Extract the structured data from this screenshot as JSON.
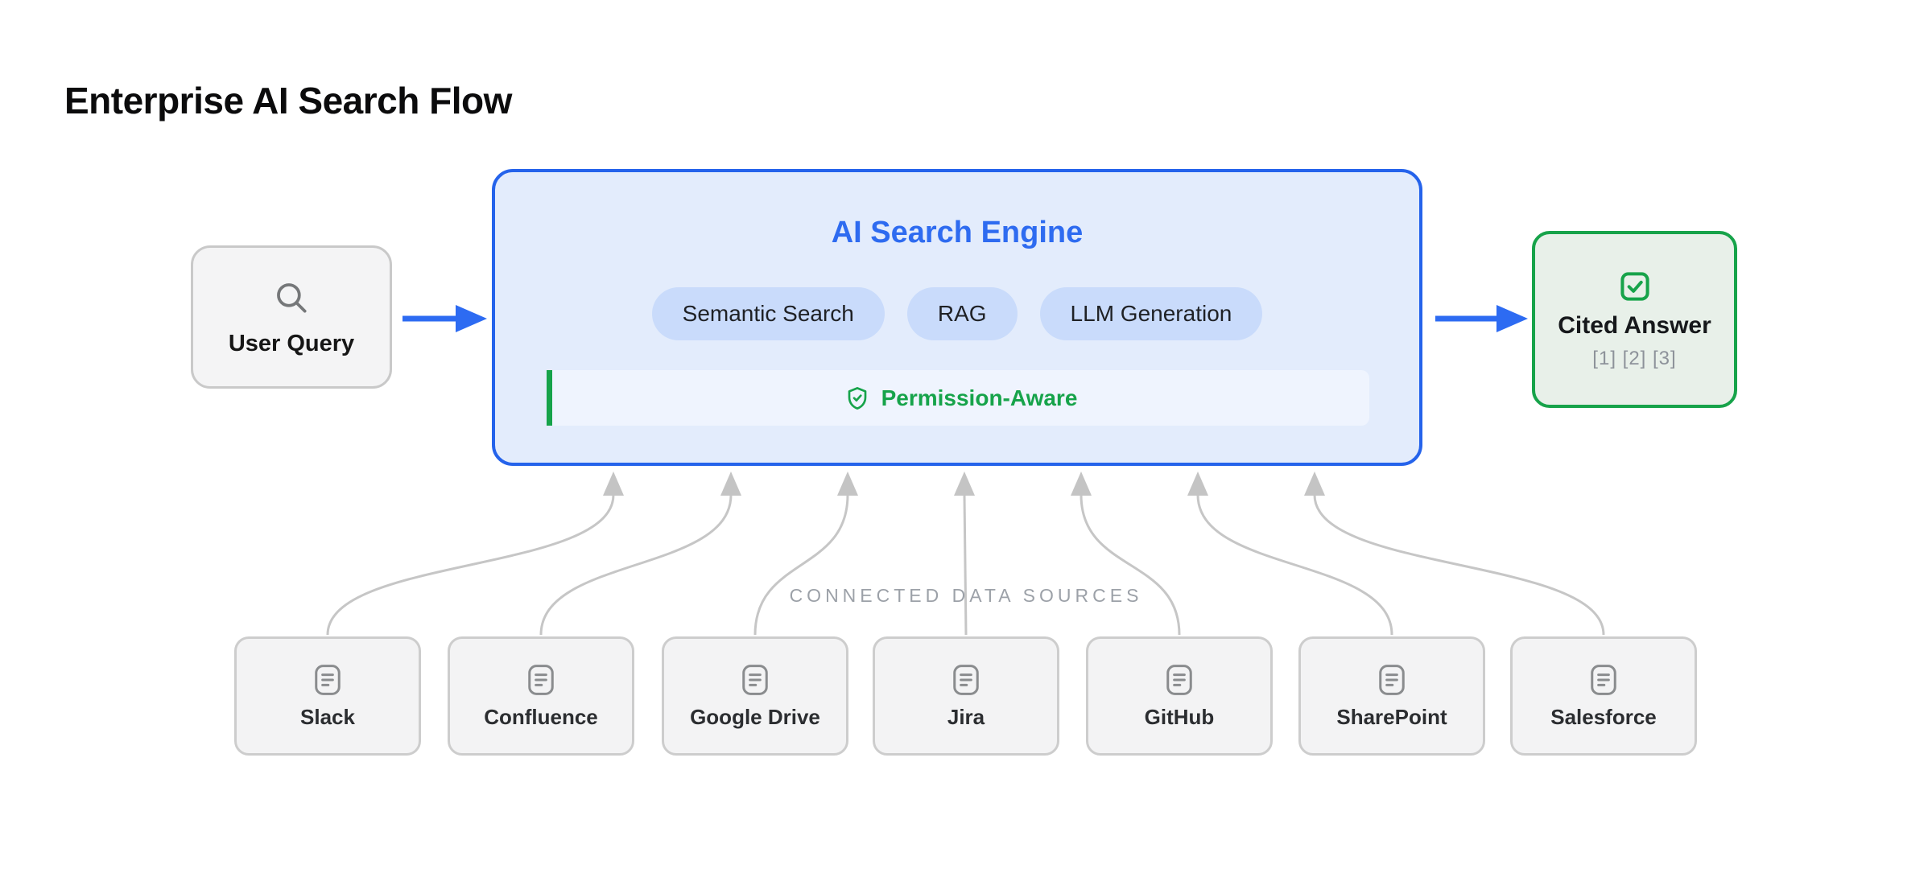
{
  "page": {
    "title": "Enterprise AI Search Flow"
  },
  "flow": {
    "user_query": {
      "label": "User Query",
      "icon": "search-icon"
    },
    "engine": {
      "title": "AI Search Engine",
      "pills": [
        "Semantic Search",
        "RAG",
        "LLM Generation"
      ],
      "permission": {
        "label": "Permission-Aware",
        "icon": "shield-check-icon"
      }
    },
    "cited_answer": {
      "label": "Cited Answer",
      "citations": "[1] [2] [3]",
      "icon": "check-square-icon"
    }
  },
  "sources": {
    "heading": "CONNECTED DATA SOURCES",
    "item_icon": "file-text-icon",
    "items": [
      "Slack",
      "Confluence",
      "Google Drive",
      "Jira",
      "GitHub",
      "SharePoint",
      "Salesforce"
    ]
  },
  "colors": {
    "accent_blue": "#2563eb",
    "engine_fill": "#e3ecfc",
    "pill_fill": "#c9dbfb",
    "permission_fill": "#eff4fe",
    "accent_green": "#16a34a",
    "cited_fill": "#e8f0e9",
    "node_fill": "#f3f3f4",
    "node_border": "#cdcdcd",
    "arrow_gray": "#c6c6c6",
    "heading_gray": "#9ca1a8"
  }
}
